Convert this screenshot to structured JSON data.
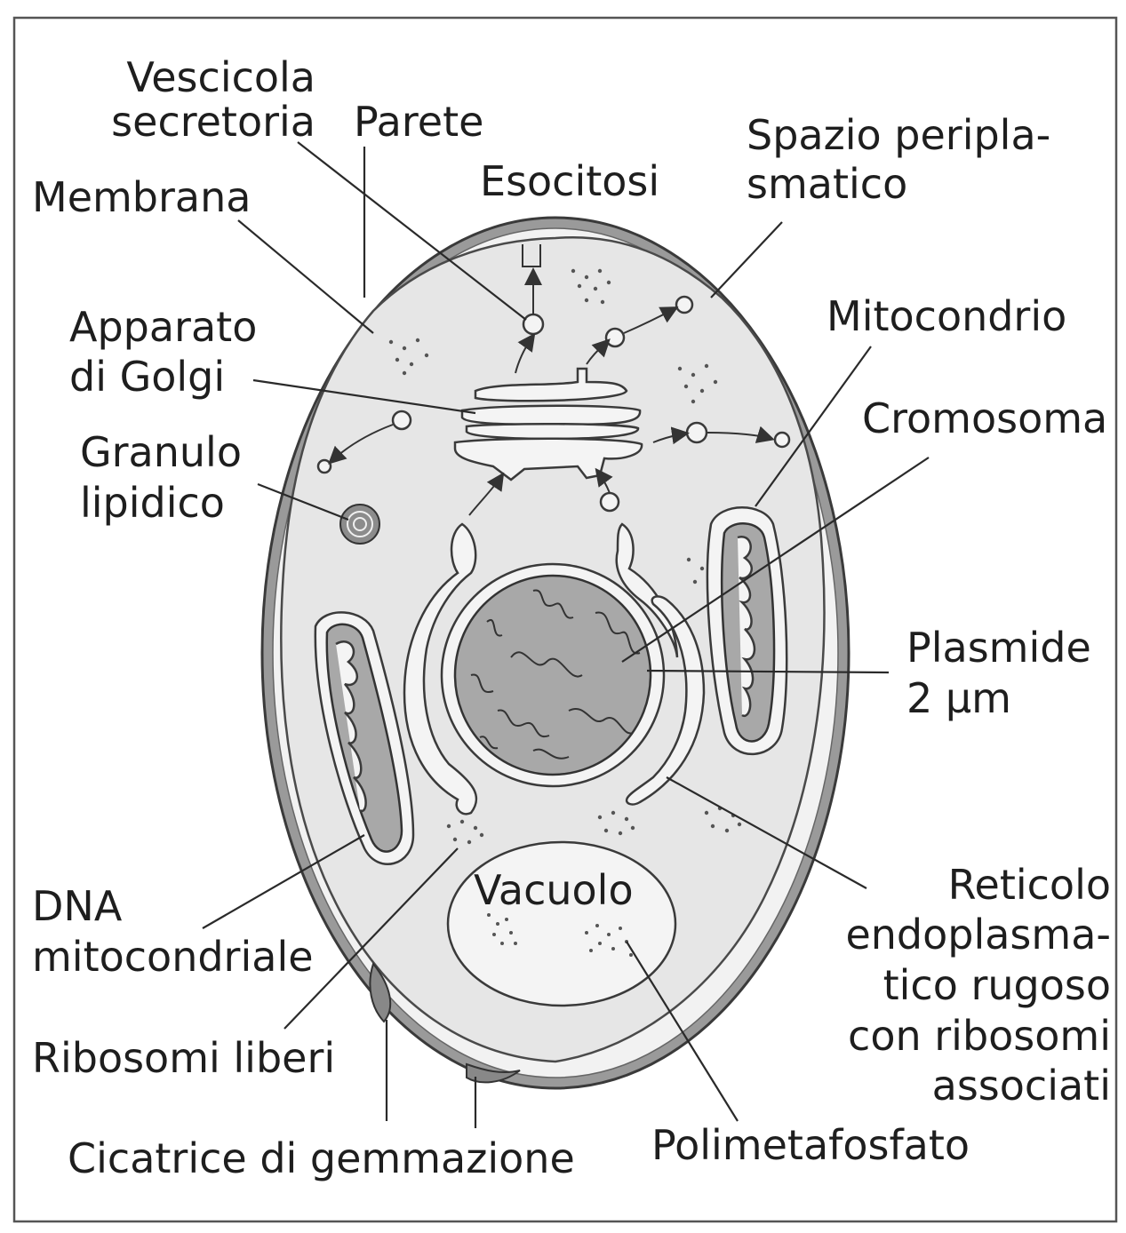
{
  "labels": {
    "vescicola": [
      "Vescicola",
      "secretoria"
    ],
    "parete": "Parete",
    "esocitosi": "Esocitosi",
    "spazio": [
      "Spazio peripla-",
      "smatico"
    ],
    "membrana": "Membrana",
    "mitocondrio": "Mitocondrio",
    "golgi": [
      "Apparato",
      "di Golgi"
    ],
    "cromosoma": "Cromosoma",
    "granulo": [
      "Granulo",
      "lipidico"
    ],
    "plasmide": [
      "Plasmide",
      "2 µm"
    ],
    "vacuolo": "Vacuolo",
    "dna": [
      "DNA",
      "mitocondriale"
    ],
    "reticolo": [
      "Reticolo",
      "endoplasma-",
      "tico rugoso",
      "con ribosomi",
      "associati"
    ],
    "ribosomi": "Ribosomi liberi",
    "cicatrice": "Cicatrice di gemmazione",
    "polimetafosfato": "Polimetafosfato"
  },
  "colors": {
    "wall": "#9a9a9a",
    "cytoplasm": "#e6e6e6",
    "nucleus": "#a8a8a8"
  }
}
